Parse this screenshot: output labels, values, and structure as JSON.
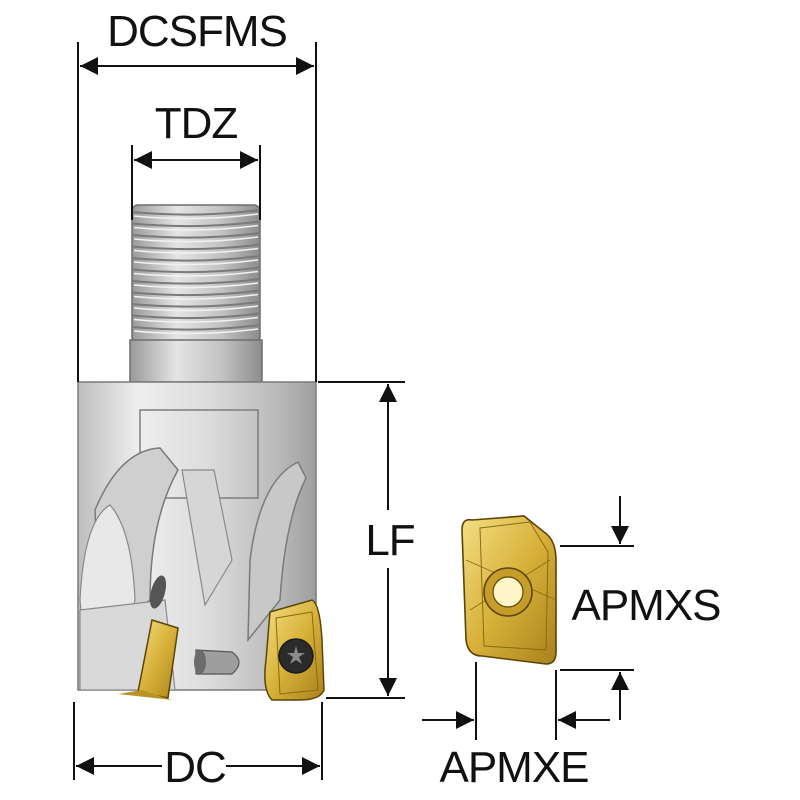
{
  "labels": {
    "dcsfms": "DCSFMS",
    "tdz": "TDZ",
    "lf": "LF",
    "dc": "DC",
    "apmxs": "APMXS",
    "apmxe": "APMXE"
  },
  "colors": {
    "line": "#111111",
    "body_light": "#e6e6e6",
    "body_mid": "#c9c9c9",
    "body_dark": "#9a9a9a",
    "insert_gold": "#d9b33a",
    "insert_gold_light": "#f2dc7a",
    "insert_gold_dark": "#9c7a14"
  }
}
